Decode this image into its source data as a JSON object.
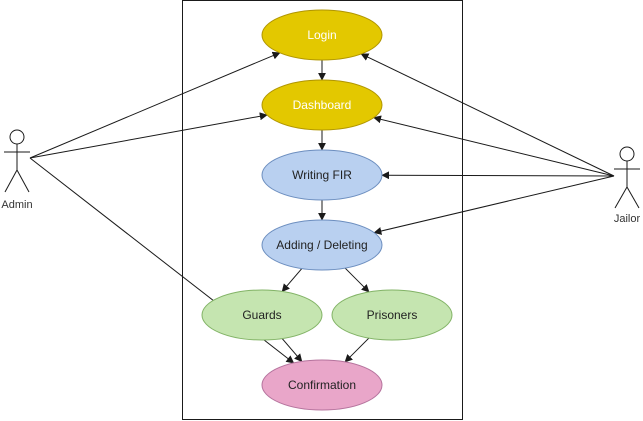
{
  "actors": {
    "admin": {
      "label": "Admin"
    },
    "jailor": {
      "label": "Jailor"
    }
  },
  "use_cases": {
    "login": {
      "label": "Login",
      "fill": "#e3c800",
      "stroke": "#b09500"
    },
    "dashboard": {
      "label": "Dashboard",
      "fill": "#e3c800",
      "stroke": "#b09500"
    },
    "writing_fir": {
      "label": "Writing FIR",
      "fill": "#b9d0f0",
      "stroke": "#6c8ebf"
    },
    "adding_deleting": {
      "label": "Adding / Deleting",
      "fill": "#b9d0f0",
      "stroke": "#6c8ebf"
    },
    "guards": {
      "label": "Guards",
      "fill": "#c5e5b0",
      "stroke": "#82b366"
    },
    "prisoners": {
      "label": "Prisoners",
      "fill": "#c5e5b0",
      "stroke": "#82b366"
    },
    "confirmation": {
      "label": "Confirmation",
      "fill": "#e9a6c9",
      "stroke": "#b5739d"
    }
  },
  "edges": [
    {
      "from": "admin",
      "to": "login"
    },
    {
      "from": "admin",
      "to": "dashboard"
    },
    {
      "from": "admin",
      "to": "confirmation"
    },
    {
      "from": "jailor",
      "to": "login"
    },
    {
      "from": "jailor",
      "to": "dashboard"
    },
    {
      "from": "jailor",
      "to": "writing_fir"
    },
    {
      "from": "jailor",
      "to": "adding_deleting"
    },
    {
      "from": "login",
      "to": "dashboard"
    },
    {
      "from": "dashboard",
      "to": "writing_fir"
    },
    {
      "from": "writing_fir",
      "to": "adding_deleting"
    },
    {
      "from": "adding_deleting",
      "to": "guards"
    },
    {
      "from": "adding_deleting",
      "to": "prisoners"
    },
    {
      "from": "guards",
      "to": "confirmation"
    },
    {
      "from": "prisoners",
      "to": "confirmation"
    }
  ]
}
